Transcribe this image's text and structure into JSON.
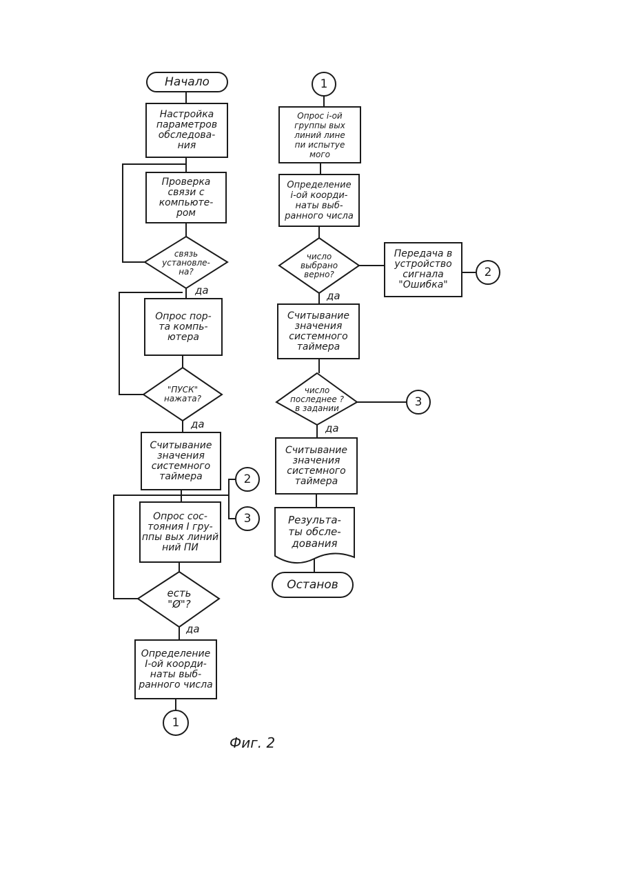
{
  "diagram": {
    "start": "Начало",
    "stop": "Останов",
    "setup": "Настройка\nпараметров\nобследова-\nния",
    "check_link": "Проверка\nсвязи с\nкомпьюте-\nром",
    "link_ok": "связь\nустановле-\nна?",
    "poll_port": "Опрос пор-\nта компь-\nютера",
    "start_pressed": "\"ПУСК\"\nнажата?",
    "read_timer_1": "Считывание\nзначения\nсистемного\nтаймера",
    "poll_group1": "Опрос сос-\nтояния I гру-\nппы вых линий\nний ПИ",
    "has_zero": "есть\n\"Ø\"?",
    "coord1": "Определение\nI-ой коорди-\nнаты выб-\nранного числа",
    "poll_group_i": "Опрос i-ой\nгруппы вых\nлиний лине\nпи испытуе\nмого",
    "coord_i": "Определение\ni-ой коорди-\nнаты выб-\nранного числа",
    "number_correct": "число\nвыбрано\nверно?",
    "send_error": "Передача в\nустройство\nсигнала\n\"Ошибка\"",
    "read_timer_2": "Считывание\nзначения\nсистемного\nтаймера",
    "number_last": "число\nпоследнее ?\nв задании",
    "read_timer_3": "Считывание\nзначения\nсистемного\nтаймера",
    "results": "Результа-\nты обсле-\nдования",
    "yes_label": "да",
    "connectors": {
      "c1": "1",
      "c2": "2",
      "c3": "3"
    },
    "caption": "Фиг. 2"
  }
}
